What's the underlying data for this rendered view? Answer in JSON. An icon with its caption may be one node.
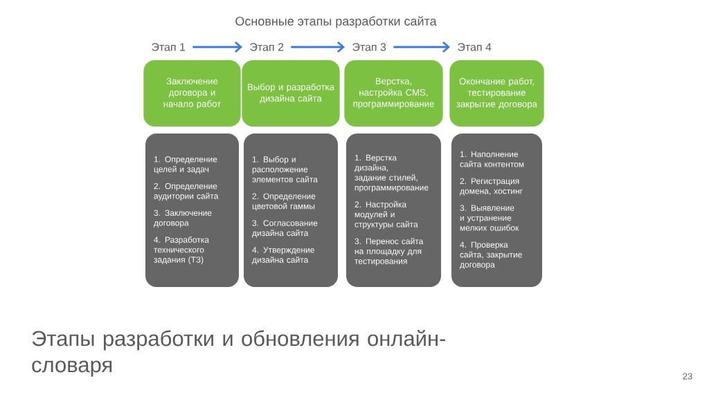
{
  "diagram": {
    "title": "Основные этапы разработки сайта",
    "caption": "Этапы разработки и обновления онлайн-словаря",
    "nodes": [
      {
        "text": [
          "Этап 1"
        ]
      },
      {
        "text": [
          "Этап 2"
        ]
      },
      {
        "text": [
          "Этап 3"
        ]
      },
      {
        "text": [
          "Этап 4"
        ]
      },
      {
        "text": [
          "Заключение договора и начало работ"
        ]
      },
      {
        "text": [
          "Выбор и разработка дизайна сайта"
        ]
      },
      {
        "text": [
          "Верстка, настройка CMS, программирование"
        ]
      },
      {
        "text": [
          "Окончание работ, тестирование закрытие договора"
        ]
      },
      {
        "text": [
          "1. Определение целей и задач",
          "2. Определение аудитории сайта",
          "3. Заключение договора",
          "4. Разработка технического задания (ТЗ)"
        ]
      },
      {
        "text": [
          "1. Выбор и расположение элементов сайта",
          "2. Определение цветовой гаммы",
          "3. Согласование дизайна сайта",
          "4. Утверждение дизайна сайта"
        ]
      },
      {
        "text": [
          "1. Верстка дизайна, задание стилей, программирование",
          "2. Настройка модулей и структуры сайта",
          "3. Перенос сайта на площадку для тестирования"
        ]
      },
      {
        "text": [
          "1. Наполнение сайта контентом",
          "2. Регистрация домена, хостинг",
          "3. Выявление и устранение мелких ошибок",
          "4. Проверка сайта, закрытие договора"
        ]
      }
    ],
    "edges": [
      {
        "from": 0,
        "to": 1,
        "arrow": "to"
      },
      {
        "from": 1,
        "to": 2,
        "arrow": "to"
      },
      {
        "from": 2,
        "to": 3,
        "arrow": "to"
      }
    ],
    "labels": [
      "23"
    ]
  }
}
